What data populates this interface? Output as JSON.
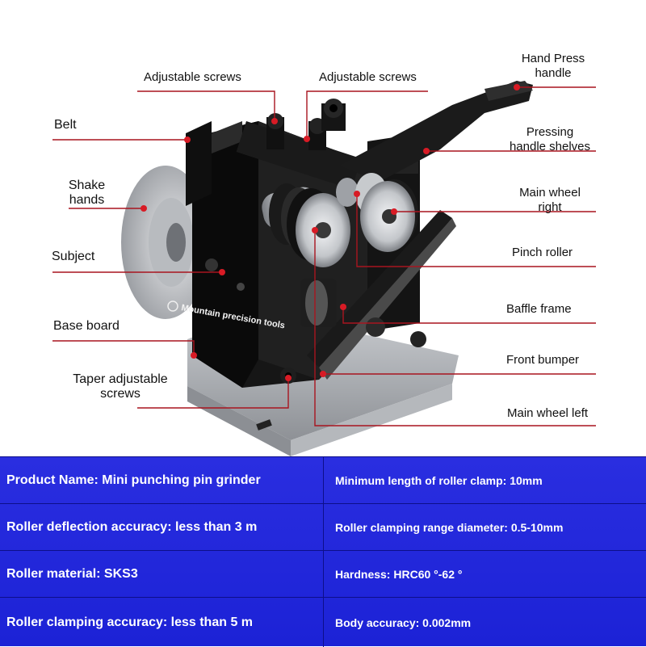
{
  "labels": {
    "adjustable_screws_1": "Adjustable screws",
    "adjustable_screws_2": "Adjustable screws",
    "hand_press_handle": "Hand Press\nhandle",
    "belt": "Belt",
    "pressing_handle_shelves": "Pressing\nhandle shelves",
    "shake_hands": "Shake\nhands",
    "main_wheel_right": "Main wheel\nright",
    "subject": "Subject",
    "pinch_roller": "Pinch roller",
    "baffle_frame": "Baffle frame",
    "base_board": "Base board",
    "front_bumper": "Front bumper",
    "taper_adjustable_screws": "Taper adjustable\nscrews",
    "main_wheel_left": "Main wheel left"
  },
  "watermark": "Mountain precision tools",
  "specs": [
    {
      "left": "Product Name: Mini punching pin grinder",
      "right": "Minimum length of roller clamp: 10mm"
    },
    {
      "left": "Roller deflection accuracy: less than 3 m",
      "right": "Roller clamping range diameter: 0.5-10mm"
    },
    {
      "left": "Roller material: SKS3",
      "right": "Hardness: HRC60 °-62 °"
    },
    {
      "left": "Roller clamping accuracy: less than 5 m",
      "right": "Body accuracy: 0.002mm"
    }
  ],
  "colors": {
    "callout_line": "#a8141f",
    "callout_dot": "#d81b25",
    "spec_background": "#1f24da",
    "spec_text": "#ffffff"
  }
}
